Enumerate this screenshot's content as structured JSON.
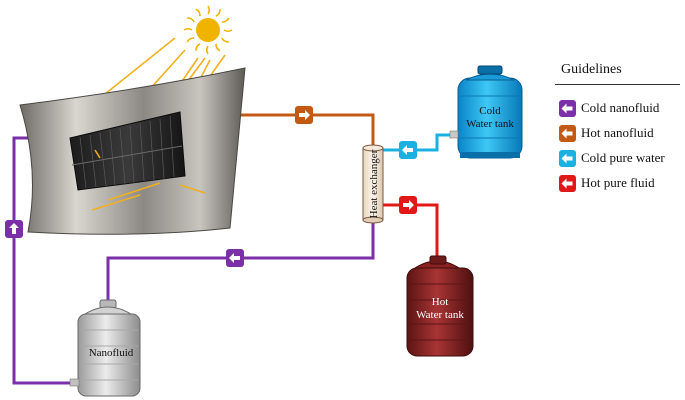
{
  "colors": {
    "cold_nanofluid": "#7b2fa8",
    "hot_nanofluid": "#c25a14",
    "cold_pure_water": "#1ab0e0",
    "hot_pure_fluid": "#e01818",
    "sun": "#f0b400",
    "ray": "#f2b01e"
  },
  "components": {
    "heat_exchanger": "Heat exchanger",
    "cold_tank_line1": "Cold",
    "cold_tank_line2": "Water tank",
    "hot_tank_line1": "Hot",
    "hot_tank_line2": "Water tank",
    "nanofluid_tank": "Nanofluid"
  },
  "legend": {
    "title": "Guidelines",
    "items": [
      {
        "label": "Cold nanofluid",
        "color": "#7b2fa8",
        "icon": "arrow-left-icon"
      },
      {
        "label": "Hot nanofluid",
        "color": "#c25a14",
        "icon": "arrow-left-icon"
      },
      {
        "label": "Cold pure water",
        "color": "#1ab0e0",
        "icon": "arrow-left-icon"
      },
      {
        "label": "Hot pure fluid",
        "color": "#e01818",
        "icon": "arrow-left-icon"
      }
    ]
  }
}
